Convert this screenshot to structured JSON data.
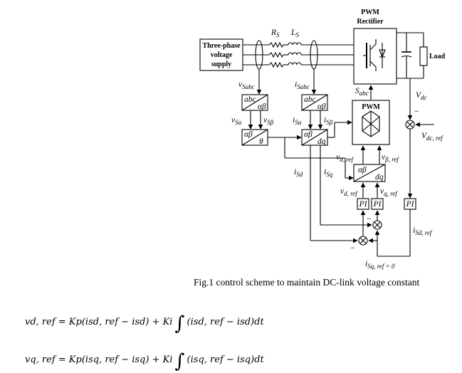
{
  "diagram": {
    "supply_line1": "Three-phase",
    "supply_line2": "voltage",
    "supply_line3": "supply",
    "rectifier_line1": "PWM",
    "rectifier_line2": "Rectifier",
    "load": "Load",
    "rs": "R",
    "rs_sub": "S",
    "ls": "L",
    "ls_sub": "S",
    "v_sabc": "v",
    "v_sabc_sub": "Sabc",
    "i_sabc": "i",
    "i_sabc_sub": "Sabc",
    "s_abc": "S",
    "s_abc_sub": "abc",
    "vdc": "V",
    "vdc_sub": "dc",
    "vdc_ref": "V",
    "vdc_ref_sub": "dc, ref",
    "pwm": "PWM",
    "abc": "abc",
    "ab": "αβ",
    "dq": "dq",
    "theta": "θ",
    "v_sa": "v",
    "v_sa_sub": "Sα",
    "v_sb": "v",
    "v_sb_sub": "Sβ",
    "i_sa": "i",
    "i_sa_sub": "Sα",
    "i_sb": "i",
    "i_sb_sub": "Sβ",
    "i_sd": "i",
    "i_sd_sub": "Sd",
    "i_sq": "i",
    "i_sq_sub": "Sq",
    "va_ref": "v",
    "va_ref_sub": "α, ref",
    "vb_ref": "v",
    "vb_ref_sub": "β, ref",
    "vd_ref": "v",
    "vd_ref_sub": "d, ref",
    "vq_ref": "v",
    "vq_ref_sub": "q, ref",
    "pi": "PI",
    "isd_ref": "i",
    "isd_ref_sub": "Sd, ref",
    "isq_ref": "i",
    "isq_ref_sub": "Sq, ref = 0",
    "minus": "−"
  },
  "caption": "Fig.1 control scheme to maintain DC-link voltage constant",
  "equations": {
    "eq1_left": "vd, ref = Kp(isd, ref − isd) + Ki",
    "eq1_integral": "∫",
    "eq1_right": "(isd, ref − isd)dt",
    "eq2_left": "vq, ref = Kp(isq, ref − isq) + Ki",
    "eq2_integral": "∫",
    "eq2_right": "(isq, ref − isq)dt"
  }
}
